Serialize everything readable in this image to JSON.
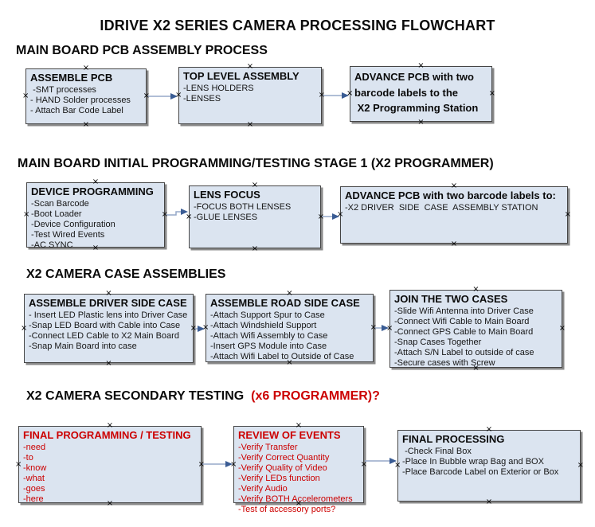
{
  "title": "IDRIVE X2  SERIES CAMERA PROCESSING FLOWCHART",
  "colors": {
    "box_fill": "#dbe4f0",
    "box_border": "#454545",
    "box_shadow": "#8a8a8a",
    "arrow_line": "#96a8c9",
    "arrow_head": "#3a5c94",
    "red_text": "#cc0000",
    "black_text": "#0a0a0a"
  },
  "glue_point_glyph": "×",
  "sections": [
    {
      "heading": "MAIN BOARD PCB ASSEMBLY PROCESS",
      "heading_red": "",
      "boxes": [
        {
          "title": "ASSEMBLE PCB",
          "items": [
            " -SMT processes",
            "- HAND Solder processes",
            "- Attach Bar Code Label"
          ]
        },
        {
          "title": "TOP LEVEL ASSEMBLY",
          "items": [
            "-LENS HOLDERS",
            "-LENSES"
          ]
        },
        {
          "title": "ADVANCE PCB with two\nbarcode labels to the\n X2 Programming Station",
          "items": []
        }
      ]
    },
    {
      "heading": "MAIN BOARD INITIAL PROGRAMMING/TESTING STAGE 1 (X2 PROGRAMMER)",
      "heading_red": "",
      "boxes": [
        {
          "title": "DEVICE PROGRAMMING",
          "items": [
            "-Scan Barcode",
            "-Boot Loader",
            "-Device Configuration",
            "-Test Wired Events",
            "-AC SYNC"
          ]
        },
        {
          "title": "LENS FOCUS",
          "items": [
            "-FOCUS BOTH LENSES",
            "-GLUE LENSES"
          ]
        },
        {
          "title": "ADVANCE PCB with two barcode labels to:",
          "items": [
            "-X2 DRIVER  SIDE  CASE  ASSEMBLY STATION"
          ]
        }
      ]
    },
    {
      "heading": "X2 CAMERA CASE ASSEMBLIES",
      "heading_red": "",
      "boxes": [
        {
          "title": "ASSEMBLE DRIVER SIDE CASE",
          "items": [
            "- Insert LED Plastic lens into Driver Case",
            "-Snap LED Board with Cable into Case",
            "-Connect LED Cable to X2 Main Board",
            "-Snap Main Board into case"
          ]
        },
        {
          "title": "ASSEMBLE ROAD SIDE CASE",
          "items": [
            "-Attach Support Spur to Case",
            "-Attach Windshield Support",
            "-Attach Wifi Assembly to Case",
            "-Insert GPS Module into Case",
            "-Attach Wifi Label to Outside of Case"
          ]
        },
        {
          "title": "JOIN THE TWO CASES",
          "items": [
            "-Slide Wifi Antenna into Driver Case",
            "-Connect Wifi Cable to Main Board",
            "-Connect GPS Cable to Main Board",
            "-Snap Cases Together",
            "-Attach S/N Label to outside of case",
            "-Secure cases with Screw"
          ]
        }
      ]
    },
    {
      "heading": "X2 CAMERA SECONDARY TESTING  ",
      "heading_red": "(x6 PROGRAMMER)?",
      "boxes": [
        {
          "title": "FINAL PROGRAMMING / TESTING",
          "items": [
            "-need",
            "-to",
            "-know",
            "-what",
            "-goes",
            "-here"
          ]
        },
        {
          "title": "REVIEW OF EVENTS",
          "items": [
            "-Verify Transfer",
            "-Verify Correct Quantity",
            "-Verify Quality of Video",
            "-Verify LEDs function",
            "-Verify Audio",
            "-Verify BOTH Accelerometers",
            "-Test of accessory ports?"
          ]
        },
        {
          "title": "FINAL PROCESSING",
          "items": [
            " -Check Final Box",
            "-Place In Bubble wrap Bag and BOX",
            "-Place Barcode Label on Exterior or Box"
          ]
        }
      ]
    }
  ]
}
